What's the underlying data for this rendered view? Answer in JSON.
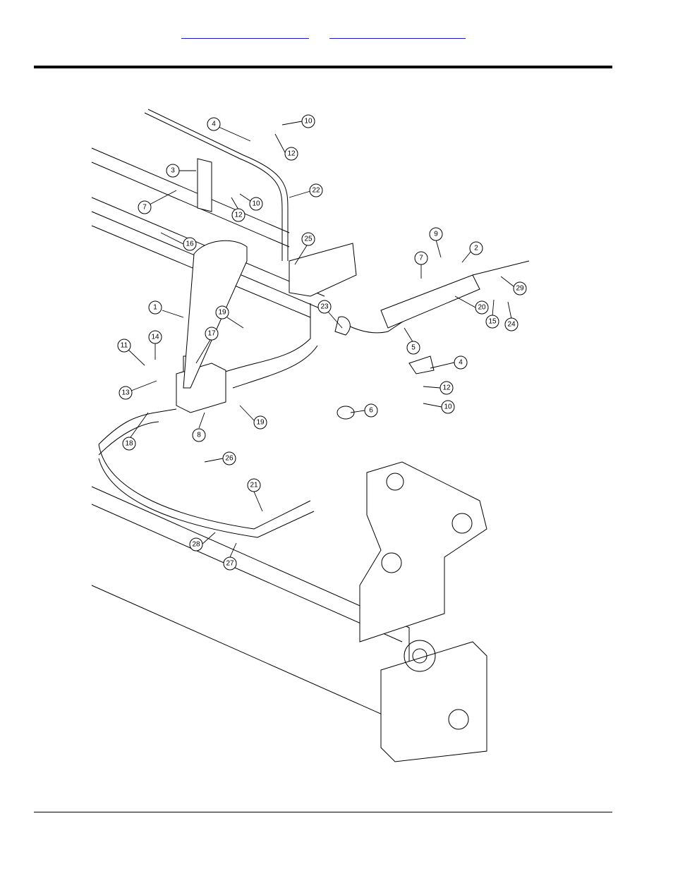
{
  "header": {
    "links": [
      {
        "label": ""
      },
      {
        "label": ""
      }
    ]
  },
  "diagram": {
    "callouts": [
      {
        "label": "1"
      },
      {
        "label": "2"
      },
      {
        "label": "3"
      },
      {
        "label": "4"
      },
      {
        "label": "4"
      },
      {
        "label": "5"
      },
      {
        "label": "6"
      },
      {
        "label": "7"
      },
      {
        "label": "7"
      },
      {
        "label": "8"
      },
      {
        "label": "9"
      },
      {
        "label": "10"
      },
      {
        "label": "10"
      },
      {
        "label": "10"
      },
      {
        "label": "11"
      },
      {
        "label": "12"
      },
      {
        "label": "12"
      },
      {
        "label": "12"
      },
      {
        "label": "13"
      },
      {
        "label": "14"
      },
      {
        "label": "15"
      },
      {
        "label": "16"
      },
      {
        "label": "17"
      },
      {
        "label": "18"
      },
      {
        "label": "19"
      },
      {
        "label": "19"
      },
      {
        "label": "20"
      },
      {
        "label": "21"
      },
      {
        "label": "22"
      },
      {
        "label": "23"
      },
      {
        "label": "24"
      },
      {
        "label": "25"
      },
      {
        "label": "26"
      },
      {
        "label": "27"
      },
      {
        "label": "28"
      },
      {
        "label": "29"
      }
    ]
  }
}
